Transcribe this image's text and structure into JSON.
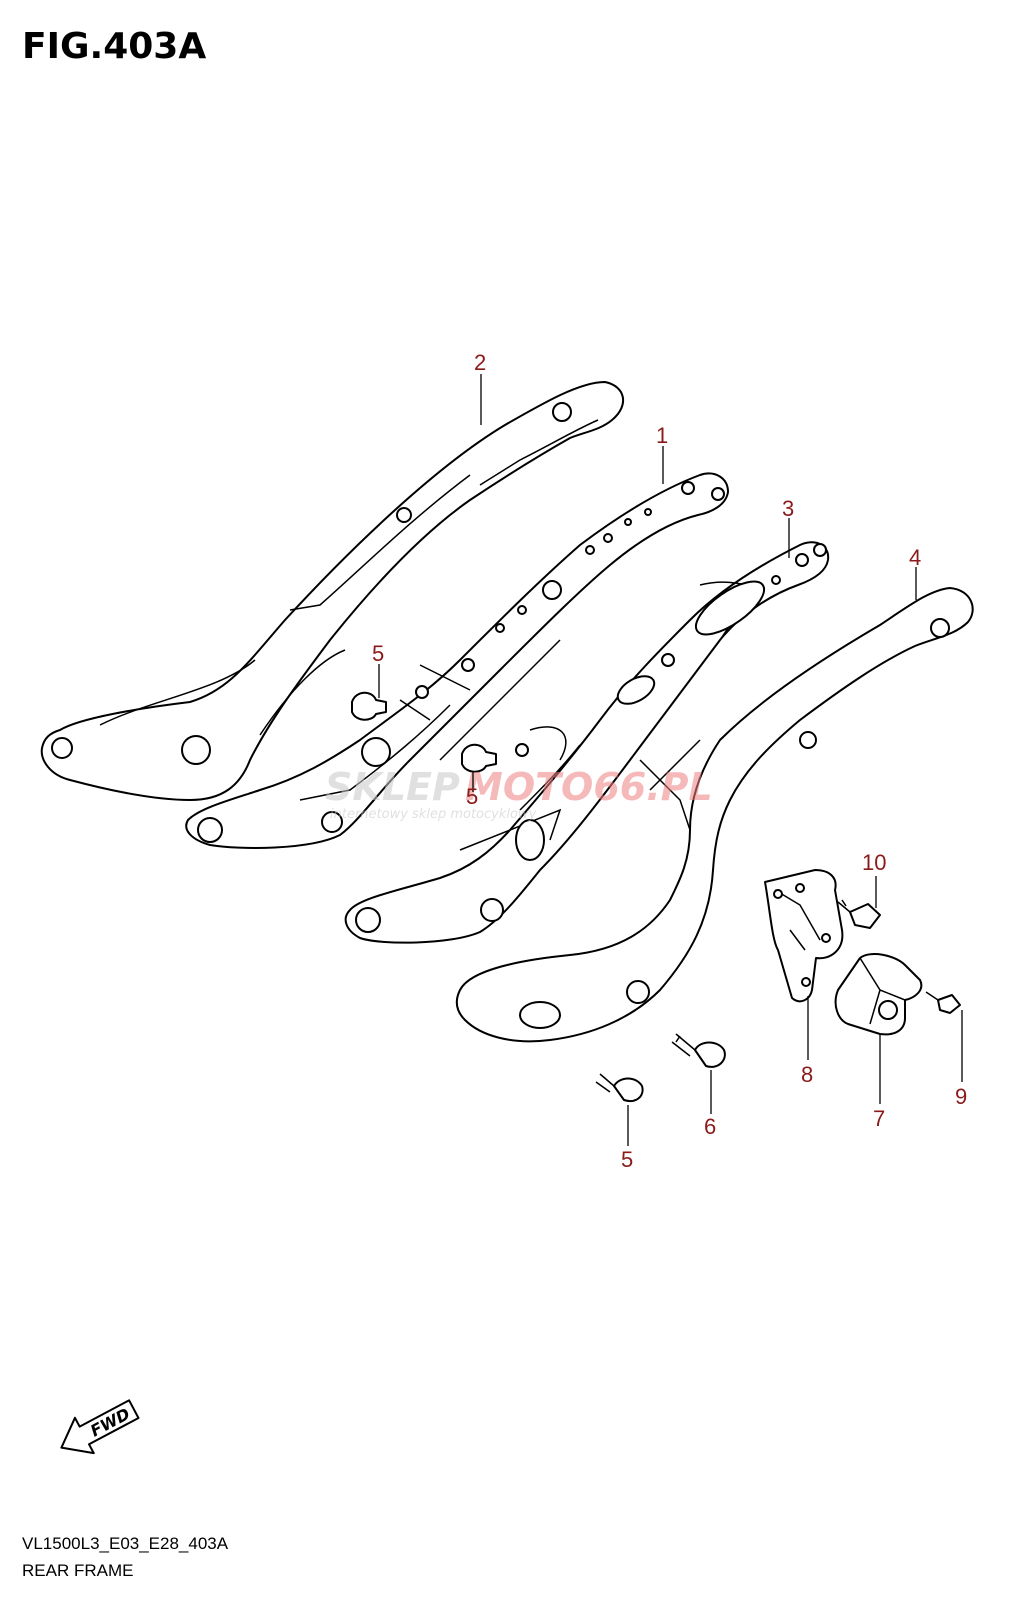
{
  "figure": {
    "title": "FIG.403A",
    "code": "VL1500L3_E03_E28_403A",
    "caption": "REAR FRAME"
  },
  "watermark": {
    "main_left": "SKLEP",
    "main_right": "MOTO66.PL",
    "sub": "internetowy sklep motocyklowy"
  },
  "fwd_label": "FWD",
  "callouts": [
    {
      "id": "c-2",
      "label": "2"
    },
    {
      "id": "c-1",
      "label": "1"
    },
    {
      "id": "c-3",
      "label": "3"
    },
    {
      "id": "c-4",
      "label": "4"
    },
    {
      "id": "c-5a",
      "label": "5"
    },
    {
      "id": "c-5b",
      "label": "5"
    },
    {
      "id": "c-5c",
      "label": "5"
    },
    {
      "id": "c-6",
      "label": "6"
    },
    {
      "id": "c-7",
      "label": "7"
    },
    {
      "id": "c-8",
      "label": "8"
    },
    {
      "id": "c-9",
      "label": "9"
    },
    {
      "id": "c-10",
      "label": "10"
    }
  ],
  "colors": {
    "callout": "#8b1a1a",
    "line": "#000000",
    "watermark_red": "#f08080",
    "watermark_grey": "#c8c8c8"
  }
}
